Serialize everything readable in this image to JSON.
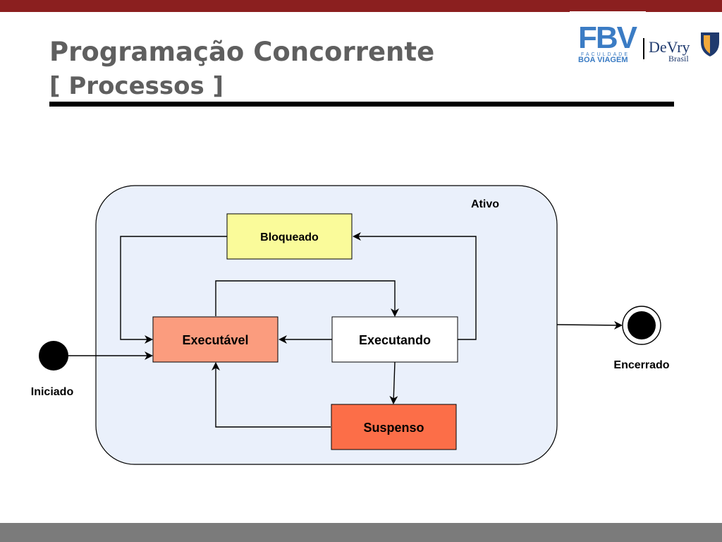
{
  "slide": {
    "title": "Programação Concorrente",
    "subtitle": "[ Processos ]"
  },
  "logo": {
    "fbv_mark": "FBV",
    "fbv_small": "FACULDADE",
    "fbv_name": "BOA VIAGEM",
    "devry_name": "DeVry",
    "devry_country": "Brasil"
  },
  "diagram": {
    "container_label": "Ativo",
    "states": {
      "bloqueado": "Bloqueado",
      "executavel": "Executável",
      "executando": "Executando",
      "suspenso": "Suspenso"
    },
    "start_label": "Iniciado",
    "end_label": "Encerrado",
    "colors": {
      "container_fill": "#eaf0fb",
      "bloqueado": "#fafb9a",
      "executavel": "#fb9c7e",
      "executando": "#ffffff",
      "suspenso": "#fc6e48",
      "header_bar": "#8b1f1f",
      "footer_bar": "#7b7b7b",
      "title_text": "#5f5f5f"
    }
  }
}
